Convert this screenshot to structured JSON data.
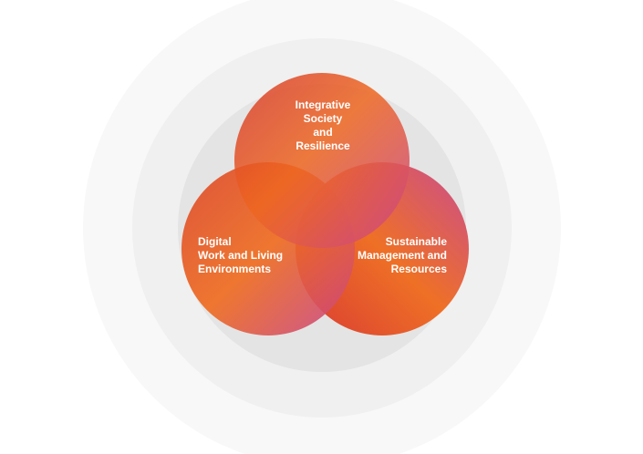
{
  "diagram": {
    "type": "venn",
    "circles": [
      {
        "id": "top",
        "lines": [
          "Integrative",
          "Society",
          "and",
          "Resilience"
        ]
      },
      {
        "id": "left",
        "lines": [
          "Digital",
          "Work and Living",
          "Environments"
        ]
      },
      {
        "id": "right",
        "lines": [
          "Sustainable",
          "Management and",
          "Resources"
        ]
      }
    ]
  },
  "colors": {
    "ring_outer": "#f8f8f8",
    "ring_middle": "#f0f0f0",
    "ring_inner": "#e4e4e4",
    "orange": "#ef6a1c",
    "red": "#d8322a",
    "magenta": "#c8448c",
    "text": "#ffffff"
  }
}
